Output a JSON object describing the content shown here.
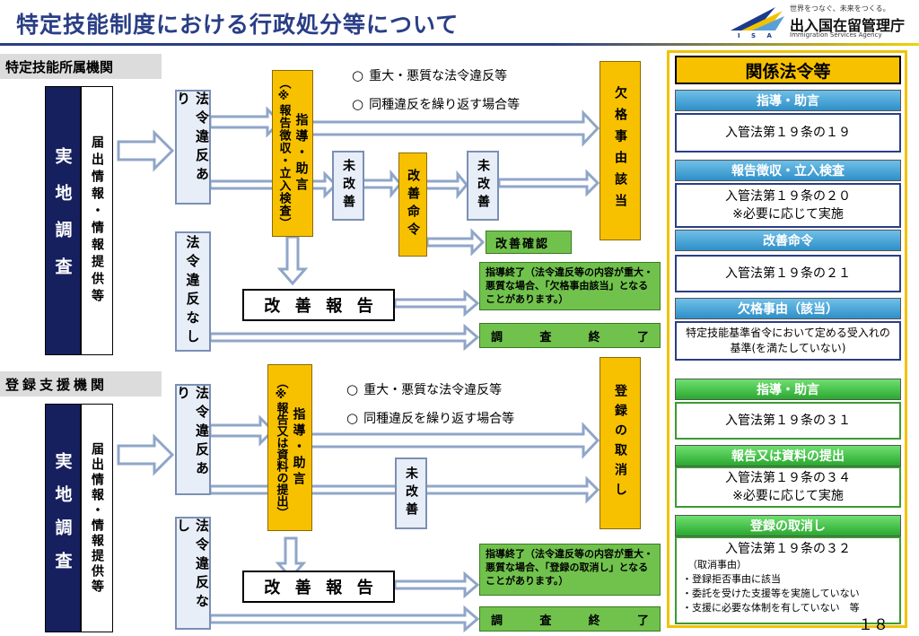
{
  "header": {
    "title": "特定技能制度における行政処分等について",
    "logo": {
      "tagline": "世界をつなぐ、未来をつくる。",
      "name": "出入国在留管理庁",
      "english": "Immigration Services Agency",
      "mark": "I S A"
    }
  },
  "section1": {
    "label": "特定技能所属機関",
    "survey": "実地調査",
    "source": "届出情報・情報提供等",
    "violation_yes": "法令違反あり",
    "violation_no": "法令違反なし",
    "guidance": "指導・助言",
    "guidance_note": "（※報告徴収・立入検査）",
    "cond1": "重大・悪質な法令違反等",
    "cond2": "同種違反を繰り返す場合等",
    "not_improved1": "未改善",
    "improvement_order": "改善命令",
    "not_improved2": "未改善",
    "disqualify": "欠格事由該当",
    "confirm": "改善確認",
    "report": [
      "改",
      "善",
      "報",
      "告"
    ],
    "end_note": "指導終了（法令違反等の内容が重大・悪質な場合、「欠格事由該当」となることがあります。）",
    "survey_end": [
      "調",
      "査",
      "終",
      "了"
    ]
  },
  "section2": {
    "label": "登録支援機関",
    "survey": "実地調査",
    "source": "届出情報・情報提供等",
    "violation_yes": "法令違反あり",
    "violation_no": "法令違反なし",
    "guidance": "指導・助言",
    "guidance_note": "（※報告又は資料の提出）",
    "cond1": "重大・悪質な法令違反等",
    "cond2": "同種違反を繰り返す場合等",
    "not_improved": "未改善",
    "revoke": "登録の取消し",
    "report": [
      "改",
      "善",
      "報",
      "告"
    ],
    "end_note": "指導終了（法令違反等の内容が重大・悪質な場合、「登録の取消し」となることがあります。）",
    "survey_end": [
      "調",
      "査",
      "終",
      "了"
    ]
  },
  "panel": {
    "title": "関係法令等",
    "items": [
      {
        "cat": "指導・助言",
        "law": "入管法第１９条の１９",
        "note": ""
      },
      {
        "cat": "報告徴収・立入検査",
        "law": "入管法第１９条の２０",
        "note": "※必要に応じて実施"
      },
      {
        "cat": "改善命令",
        "law": "入管法第１９条の２１",
        "note": ""
      },
      {
        "cat": "欠格事由（該当）",
        "law": "特定技能基準省令において定める受入れの基準(を満たしていない)",
        "note": ""
      },
      {
        "cat": "指導・助言",
        "law": "入管法第１９条の３１",
        "note": ""
      },
      {
        "cat": "報告又は資料の提出",
        "law": "入管法第１９条の３４",
        "note": "※必要に応じて実施"
      },
      {
        "cat": "登録の取消し",
        "law": "入管法第１９条の３２",
        "note": "（取消事由）"
      }
    ],
    "revoke_reasons": [
      "・登録拒否事由に該当",
      "・委託を受けた支援等を実施していない",
      "・支援に必要な体制を有していない　等"
    ]
  },
  "page_number": "１８"
}
